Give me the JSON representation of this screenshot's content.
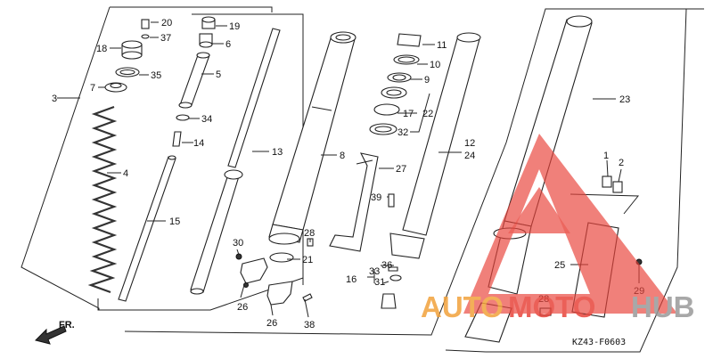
{
  "diagram_code": "KZ43-F0603",
  "callouts": [
    {
      "id": "p20",
      "text": "20"
    },
    {
      "id": "p37",
      "text": "37"
    },
    {
      "id": "p18",
      "text": "18"
    },
    {
      "id": "p35",
      "text": "35"
    },
    {
      "id": "p7",
      "text": "7"
    },
    {
      "id": "p3",
      "text": "3"
    },
    {
      "id": "p4",
      "text": "4"
    },
    {
      "id": "p15",
      "text": "15"
    },
    {
      "id": "p19",
      "text": "19"
    },
    {
      "id": "p6",
      "text": "6"
    },
    {
      "id": "p5",
      "text": "5"
    },
    {
      "id": "p34",
      "text": "34"
    },
    {
      "id": "p14",
      "text": "14"
    },
    {
      "id": "p13",
      "text": "13"
    },
    {
      "id": "p30",
      "text": "30"
    },
    {
      "id": "p26a",
      "text": "26"
    },
    {
      "id": "p26b",
      "text": "26"
    },
    {
      "id": "p38",
      "text": "38"
    },
    {
      "id": "p8",
      "text": "8"
    },
    {
      "id": "p28a",
      "text": "28"
    },
    {
      "id": "p21",
      "text": "21"
    },
    {
      "id": "p11",
      "text": "11"
    },
    {
      "id": "p10",
      "text": "10"
    },
    {
      "id": "p9",
      "text": "9"
    },
    {
      "id": "p17",
      "text": "17"
    },
    {
      "id": "p22",
      "text": "22"
    },
    {
      "id": "p32",
      "text": "32"
    },
    {
      "id": "p27",
      "text": "27"
    },
    {
      "id": "p39",
      "text": "39"
    },
    {
      "id": "p36",
      "text": "36"
    },
    {
      "id": "p33",
      "text": "33"
    },
    {
      "id": "p16",
      "text": "16"
    },
    {
      "id": "p31",
      "text": "31"
    },
    {
      "id": "p12",
      "text": "12"
    },
    {
      "id": "p24",
      "text": "24"
    },
    {
      "id": "p23",
      "text": "23"
    },
    {
      "id": "p1",
      "text": "1"
    },
    {
      "id": "p2",
      "text": "2"
    },
    {
      "id": "p25",
      "text": "25"
    },
    {
      "id": "p29",
      "text": "29"
    },
    {
      "id": "p28b",
      "text": "28"
    }
  ],
  "front_label": "FR.",
  "watermark": {
    "text_part1": "AUTO",
    "text_part2": "MOTO",
    "text_part3": "HUB",
    "color_orange": "#f2a23c",
    "color_red": "#e8453c",
    "color_gray": "#9a9a9a"
  }
}
